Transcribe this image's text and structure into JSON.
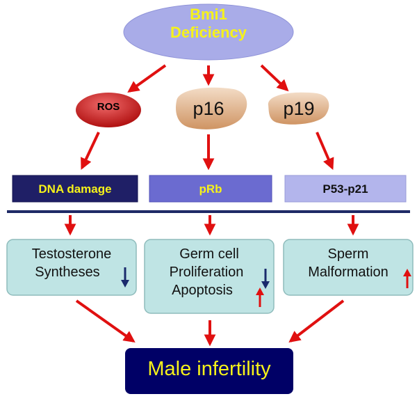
{
  "top_node": {
    "line1": "Bmi1",
    "line2": "Deficiency"
  },
  "mediators": {
    "ros": "ROS",
    "p16": "p16",
    "p19": "p19"
  },
  "pathways": {
    "left": "DNA damage",
    "center": "pRb",
    "right": "P53-p21"
  },
  "effects": {
    "left": {
      "line1": "Testosterone",
      "line2": "Syntheses",
      "trend": "down"
    },
    "center": {
      "line1": "Germ cell",
      "line2": "Proliferation",
      "line2_trend": "down",
      "line3": "Apoptosis",
      "line3_trend": "up"
    },
    "right": {
      "line1": "Sperm",
      "line2": "Malformation",
      "trend": "up"
    }
  },
  "outcome": {
    "label": "Male infertility"
  },
  "colors": {
    "top_ellipse": "#a9ace8",
    "ros": "#c81e1e",
    "p_shape": "#d9a47a",
    "bar_left": "#1f1f66",
    "bar_center": "#6b6bd0",
    "bar_right": "#b3b5ec",
    "effect_box": "#bfe4e4",
    "outcome_box": "#000066",
    "arrow_red": "#e01010",
    "arrow_down": "#1a2a6c",
    "divider": "#1f2a66",
    "label_yellow": "#f6f21a"
  }
}
